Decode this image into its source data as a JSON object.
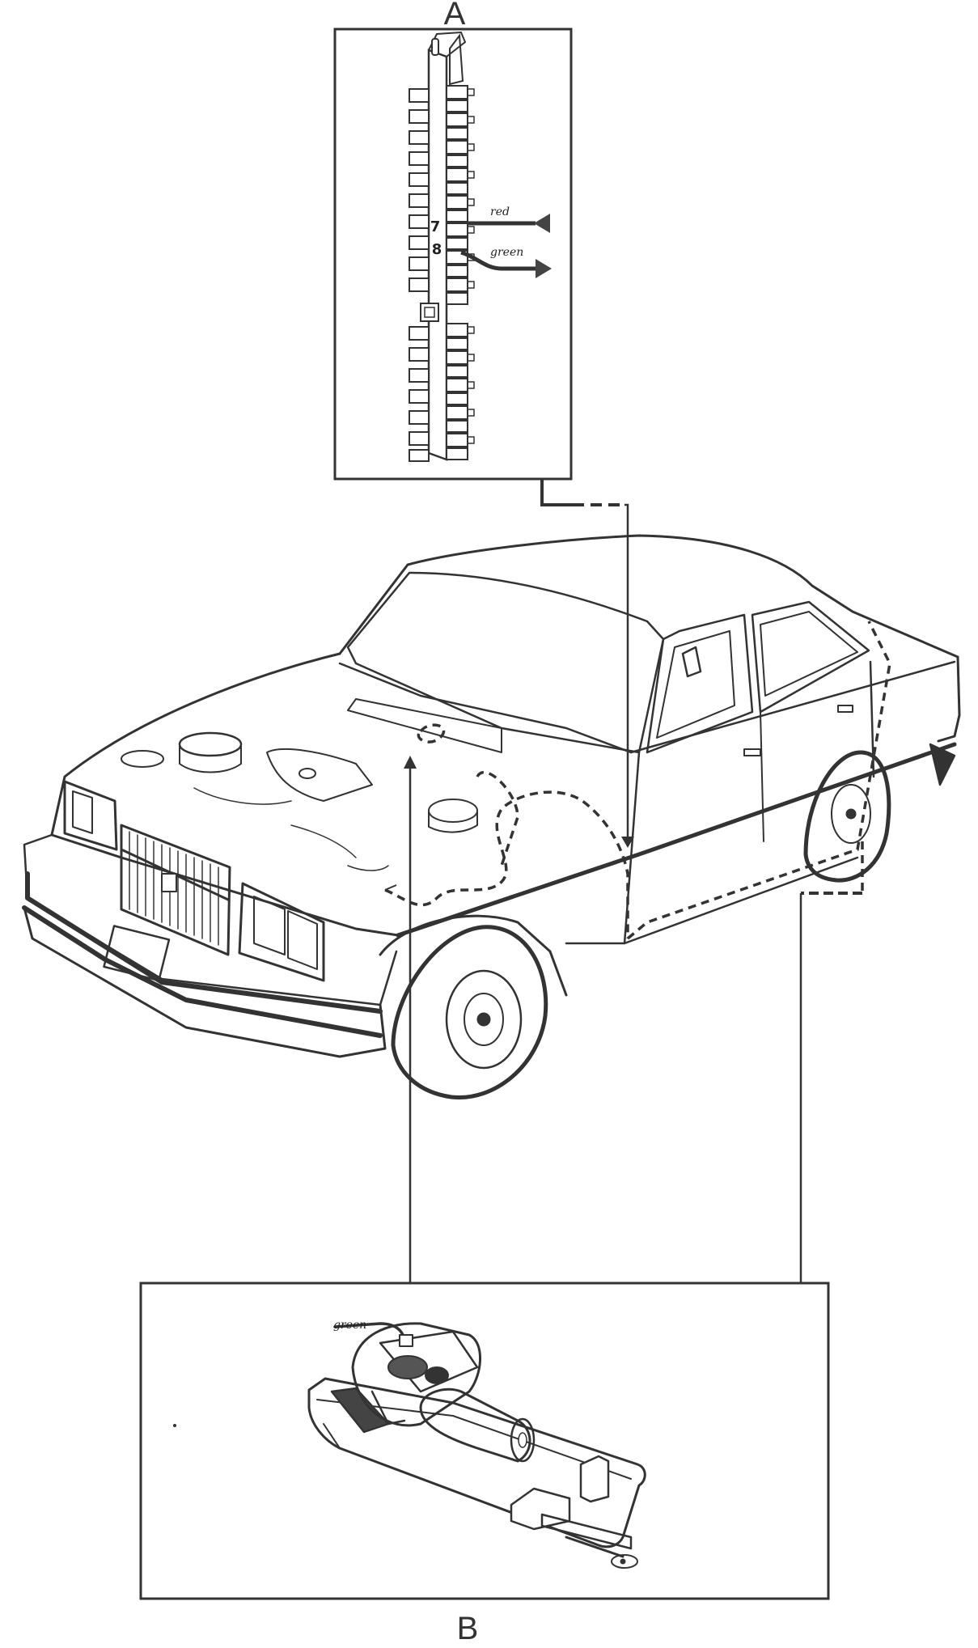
{
  "labels": {
    "detail_a": "A",
    "detail_b": "B",
    "terminal_7": "7",
    "terminal_8": "8",
    "wire_red": "red",
    "wire_green_a": "green",
    "wire_green_b": "green"
  },
  "colors": {
    "ink": "#333333",
    "background": "#ffffff"
  },
  "icons": {
    "arrow_in": "triangle-arrow-left",
    "arrow_out": "triangle-arrow-right"
  }
}
